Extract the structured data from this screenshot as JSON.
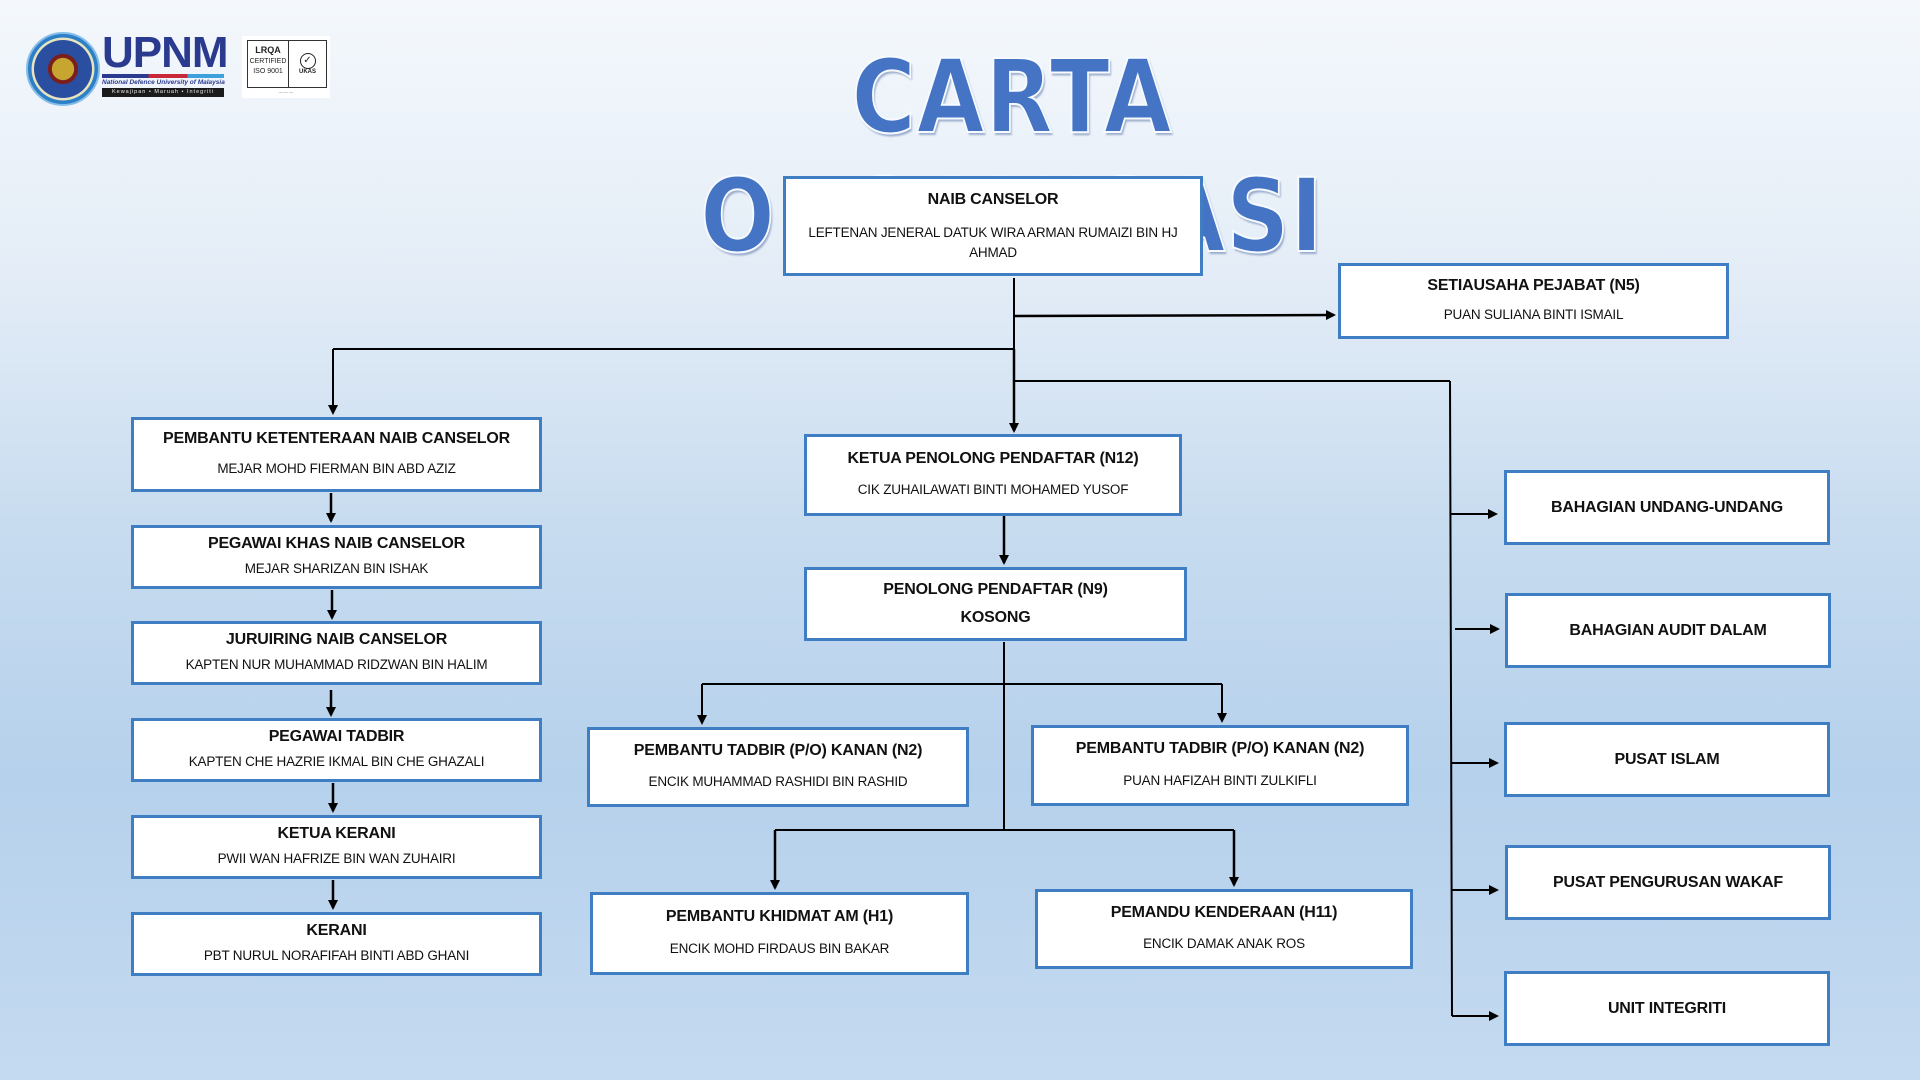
{
  "header": {
    "title": "CARTA ORGANISASI",
    "logo": {
      "name": "UPNM",
      "subtitle": "National Defence University of Malaysia",
      "motto": "Kewajipan • Maruah • Integriti",
      "cert": {
        "line1": "LRQA",
        "line2": "CERTIFIED",
        "line3": "ISO 9001",
        "ukas": "UKAS",
        "check_icon": "✓"
      }
    }
  },
  "colors": {
    "title": "#4574c4",
    "box_border": "#3f7ec3",
    "box_fill": "#ffffff",
    "connector": "#000000"
  },
  "top": {
    "naib_canselor": {
      "title": "NAIB CANSELOR",
      "name": "LEFTENAN JENERAL DATUK WIRA ARMAN RUMAIZI BIN HJ AHMAD"
    },
    "setiausaha": {
      "title": "SETIAUSAHA PEJABAT (N5)",
      "name": "PUAN SULIANA BINTI ISMAIL"
    }
  },
  "left_column": [
    {
      "title": "PEMBANTU KETENTERAAN NAIB CANSELOR",
      "name": "MEJAR MOHD FIERMAN BIN ABD AZIZ"
    },
    {
      "title": "PEGAWAI KHAS NAIB CANSELOR",
      "name": "MEJAR SHARIZAN BIN ISHAK"
    },
    {
      "title": "JURUIRING NAIB CANSELOR",
      "name": "KAPTEN NUR MUHAMMAD RIDZWAN BIN HALIM"
    },
    {
      "title": "PEGAWAI TADBIR",
      "name": "KAPTEN CHE HAZRIE IKMAL BIN CHE GHAZALI"
    },
    {
      "title": "KETUA KERANI",
      "name": "PWII WAN HAFRIZE BIN WAN ZUHAIRI"
    },
    {
      "title": "KERANI",
      "name": "PBT NURUL NORAFIFAH BINTI ABD GHANI"
    }
  ],
  "center": {
    "ketua_penolong": {
      "title": "KETUA PENOLONG PENDAFTAR (N12)",
      "name": "CIK ZUHAILAWATI BINTI MOHAMED YUSOF"
    },
    "penolong": {
      "title": "PENOLONG PENDAFTAR (N9)",
      "name": "KOSONG"
    },
    "pt_left": {
      "title": "PEMBANTU TADBIR (P/O) KANAN (N2)",
      "name": "ENCIK MUHAMMAD RASHIDI BIN RASHID"
    },
    "pt_right": {
      "title": "PEMBANTU TADBIR (P/O) KANAN (N2)",
      "name": "PUAN HAFIZAH BINTI ZULKIFLI"
    },
    "pka": {
      "title": "PEMBANTU KHIDMAT AM (H1)",
      "name": "ENCIK MOHD FIRDAUS BIN BAKAR"
    },
    "pemandu": {
      "title": "PEMANDU KENDERAAN (H11)",
      "name": "ENCIK DAMAK ANAK ROS"
    }
  },
  "right_column": [
    {
      "title": "BAHAGIAN UNDANG-UNDANG"
    },
    {
      "title": "BAHAGIAN AUDIT DALAM"
    },
    {
      "title": "PUSAT ISLAM"
    },
    {
      "title": "PUSAT PENGURUSAN WAKAF"
    },
    {
      "title": "UNIT INTEGRITI"
    }
  ]
}
